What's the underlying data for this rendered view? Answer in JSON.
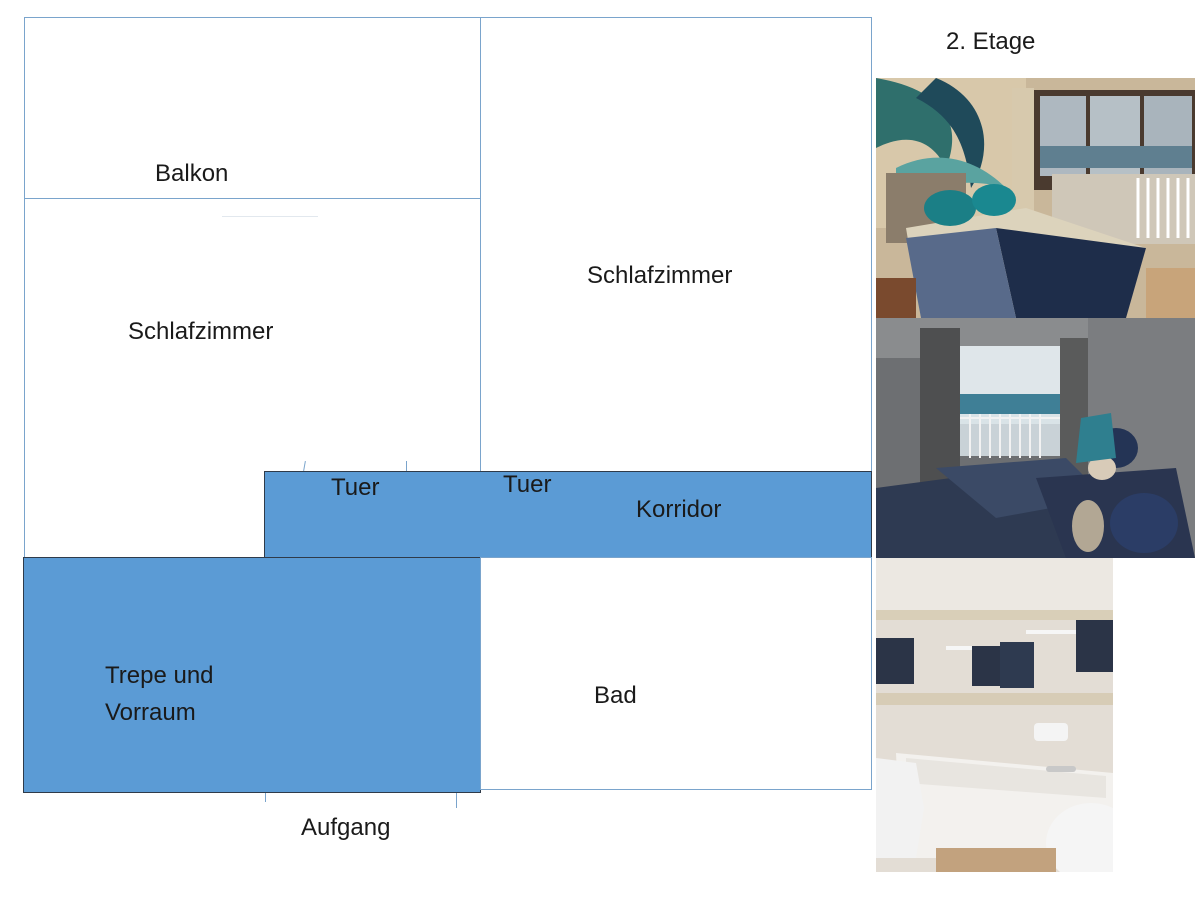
{
  "floor": {
    "title": "2. Etage"
  },
  "rooms": {
    "balkon": "Balkon",
    "schlafzimmer_left": "Schlafzimmer",
    "schlafzimmer_right": "Schlafzimmer",
    "tuer_1": "Tuer",
    "tuer_2": "Tuer",
    "korridor": "Korridor",
    "treppe_line1": "Trepe und",
    "treppe_line2": "Vorraum",
    "bad": "Bad",
    "aufgang": "Aufgang"
  },
  "colors": {
    "filled_room": "#5b9bd5",
    "outline": "#7aa4cc",
    "filled_border": "#41719c"
  },
  "photos": [
    "bedroom-double-bed-photo",
    "bedroom-twin-beds-photo",
    "bathroom-photo"
  ]
}
